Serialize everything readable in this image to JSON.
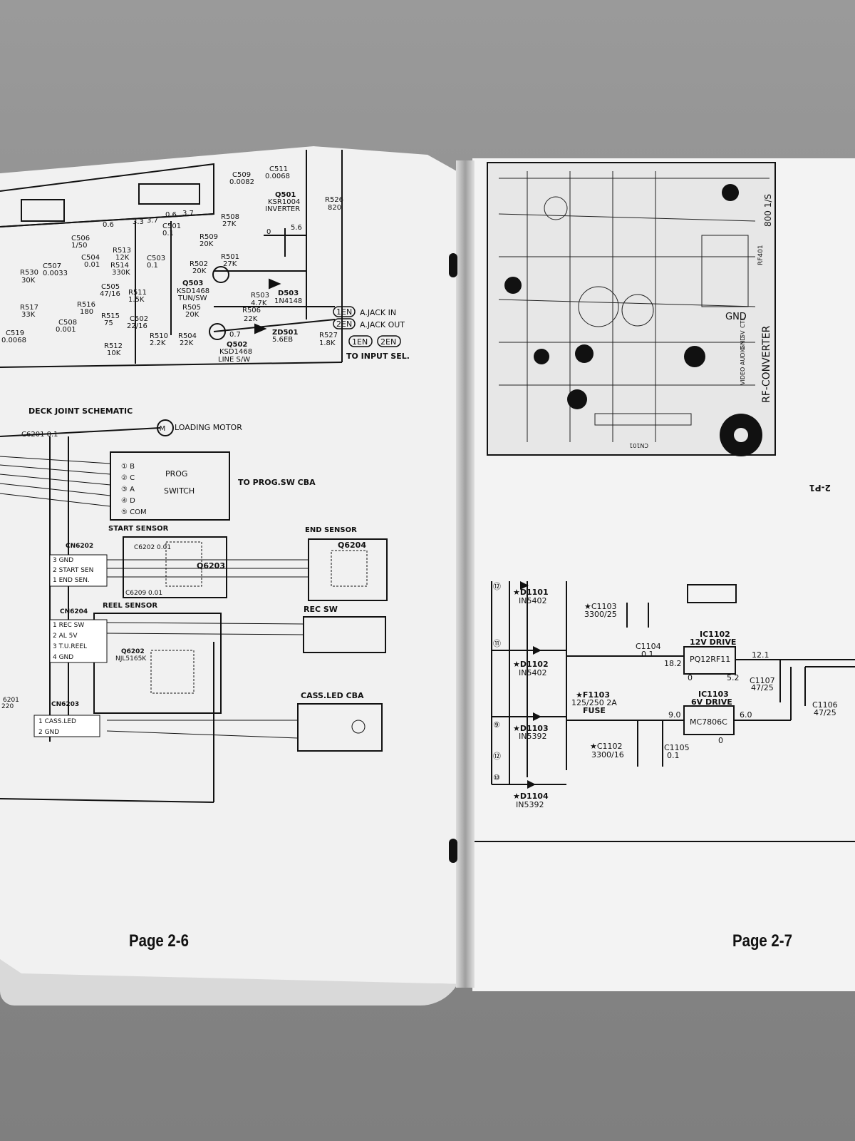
{
  "left_page": {
    "page_number": "Page 2-6",
    "section_title": "DECK JOINT SCHEMATIC",
    "transistors": [
      {
        "ref": "Q501",
        "part": "KSR1004",
        "role": "INVERTER"
      },
      {
        "ref": "Q503",
        "part": "KSD1468",
        "role": "TUN/SW"
      },
      {
        "ref": "Q502",
        "part": "KSD1468",
        "role": "LINE S/W"
      }
    ],
    "diodes": [
      {
        "ref": "D503",
        "part": "1N4148"
      },
      {
        "ref": "ZD501",
        "part": "5.6EB"
      }
    ],
    "capacitors_top": [
      {
        "ref": "C509",
        "value": "0.0082"
      },
      {
        "ref": "C511",
        "value": "0.0068"
      }
    ],
    "resistors": [
      {
        "ref": "R526",
        "value": "820"
      },
      {
        "ref": "R508",
        "value": "27K"
      },
      {
        "ref": "R509",
        "value": "20K"
      },
      {
        "ref": "R502",
        "value": "20K"
      },
      {
        "ref": "R501",
        "value": "27K"
      },
      {
        "ref": "R503",
        "value": "4.7K"
      },
      {
        "ref": "R505",
        "value": "20K"
      },
      {
        "ref": "R506",
        "value": "22K"
      },
      {
        "ref": "R504",
        "value": "22K"
      },
      {
        "ref": "R527",
        "value": "1.8K"
      },
      {
        "ref": "R510",
        "value": "2.2K"
      },
      {
        "ref": "R512",
        "value": "10K"
      },
      {
        "ref": "R511",
        "value": "1.5K"
      },
      {
        "ref": "R513",
        "value": "12K"
      },
      {
        "ref": "R514",
        "value": "330K"
      },
      {
        "ref": "R515",
        "value": "75"
      },
      {
        "ref": "R516",
        "value": "180"
      },
      {
        "ref": "R517",
        "value": "33K"
      },
      {
        "ref": "R530",
        "value": "30K"
      }
    ],
    "caps_mid": [
      {
        "ref": "C507",
        "value": "0.0033"
      },
      {
        "ref": "C508",
        "value": "0.001"
      },
      {
        "ref": "C505",
        "value": "47/16"
      },
      {
        "ref": "C502",
        "value": "22/16"
      },
      {
        "ref": "C503",
        "value": "0.1"
      },
      {
        "ref": "C501",
        "value": "0.1"
      },
      {
        "ref": "C504",
        "value": "0.01"
      },
      {
        "ref": "C506",
        "value": "1/50"
      },
      {
        "ref": "C519",
        "value": "0.0068"
      }
    ],
    "voltages": [
      "0.6",
      "3.3",
      "3.7",
      "0.6",
      "3.7",
      "0",
      "5.6",
      "0.7"
    ],
    "jack_labels": [
      "1EN",
      "A.JACK IN",
      "2EN",
      "A.JACK OUT",
      "1EN",
      "2EN",
      "TO INPUT SEL."
    ],
    "loading_motor": "LOADING MOTOR",
    "motor_cap": "C6201 0.1",
    "prog_switch": {
      "pins": [
        "① B",
        "② C",
        "③ A",
        "④ D",
        "⑤ COM"
      ],
      "title_line1": "PROG",
      "title_line2": "SWITCH",
      "target": "TO PROG.SW CBA"
    },
    "start_sensor": {
      "title": "START SENSOR",
      "connector": "CN6202",
      "pins": [
        "3 GND",
        "2 START SEN",
        "1 END SEN."
      ],
      "cap_top": "C6202 0.01",
      "cap_bottom": "C6209 0.01",
      "device": "Q6203"
    },
    "end_sensor": {
      "title": "END SENSOR",
      "device": "Q6204"
    },
    "reel_sensor": {
      "title": "REEL SENSOR",
      "connector": "CN6204",
      "pins": [
        "1 REC SW",
        "2 AL 5V",
        "3 T.U.REEL",
        "4 GND"
      ],
      "device": "Q6202",
      "part": "NJL5165K"
    },
    "rec_sw": "REC SW",
    "cass_led": {
      "title": "CASS.LED CBA",
      "connector": "CN6203",
      "pins": [
        "1 CASS.LED",
        "2 GND"
      ],
      "left_ref": "6201",
      "left_val": "220"
    }
  },
  "right_page": {
    "page_number": "Page 2-7",
    "pcb_labels": [
      "RF-CONVERTER",
      "GND",
      "800 1/S",
      "RF401",
      "VIDEO",
      "AUDIO",
      "GND",
      "5V",
      "CTL",
      "CN101",
      "2-P1"
    ],
    "power": {
      "diodes": [
        {
          "ref": "★D1101",
          "part": "IN5402"
        },
        {
          "ref": "★D1102",
          "part": "IN5402"
        },
        {
          "ref": "★D1103",
          "part": "IN5392"
        },
        {
          "ref": "★D1104",
          "part": "IN5392"
        }
      ],
      "caps": [
        {
          "ref": "★C1103",
          "value": "3300/25"
        },
        {
          "ref": "C1104",
          "value": "0.1"
        },
        {
          "ref": "C1107",
          "value": "47/25"
        },
        {
          "ref": "C1106",
          "value": "47/25"
        },
        {
          "ref": "★C1102",
          "value": "3300/16"
        },
        {
          "ref": "C1105",
          "value": "0.1"
        }
      ],
      "ic1102": {
        "ref": "IC1102",
        "role": "12V DRIVE",
        "part": "PQ12RF11"
      },
      "ic1103": {
        "ref": "IC1103",
        "role": "6V DRIVE",
        "part": "MC7806C"
      },
      "fuse": {
        "ref": "★F1103",
        "rating": "125/250 2A",
        "label": "FUSE"
      },
      "voltages": [
        "18.2",
        "12.1",
        "5.2",
        "0",
        "9.0",
        "6.0",
        "0"
      ],
      "pin_marks": [
        "⑫",
        "⑪",
        "⑨",
        "⑫",
        "⑩"
      ]
    }
  }
}
